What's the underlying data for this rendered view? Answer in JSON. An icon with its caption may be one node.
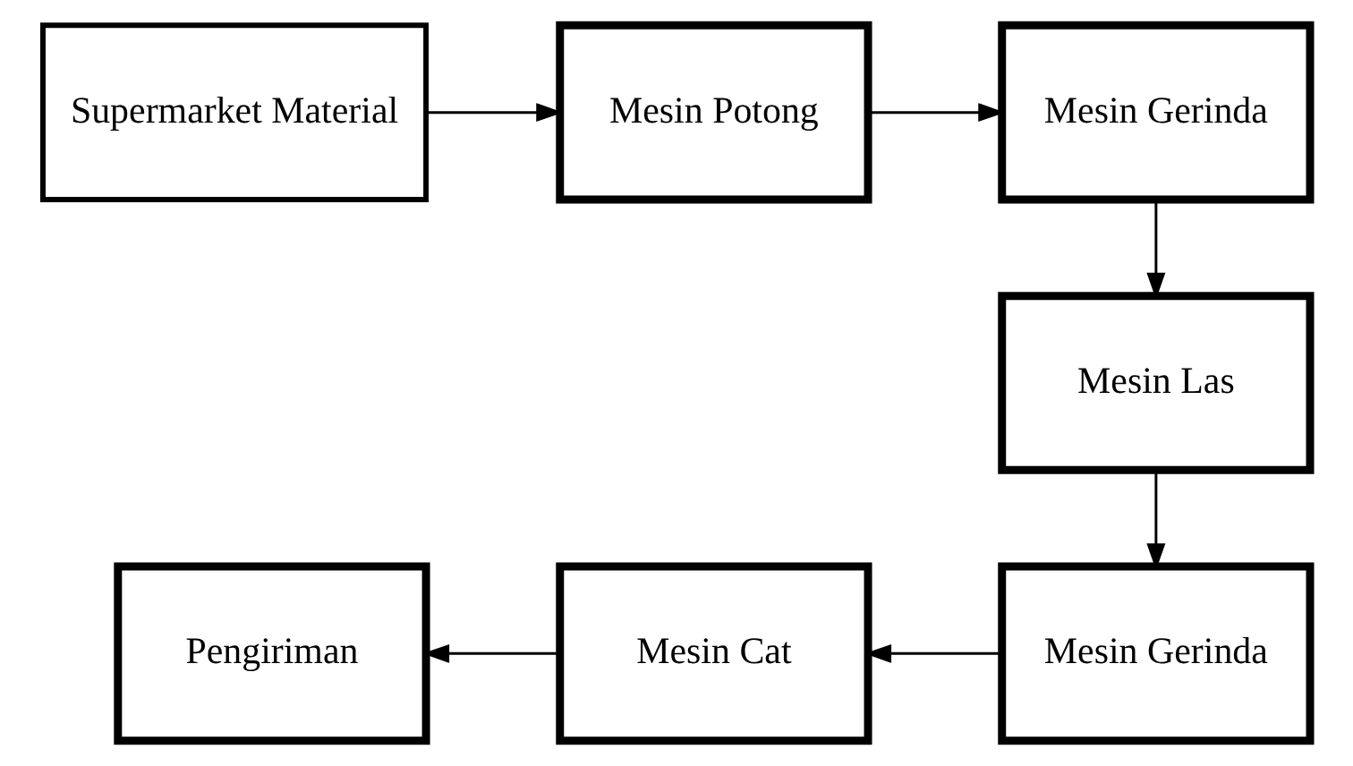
{
  "diagram": {
    "nodes": [
      {
        "text": [
          "Supermarket Material"
        ]
      },
      {
        "text": [
          "Mesin Potong"
        ]
      },
      {
        "text": [
          "Mesin Gerinda"
        ]
      },
      {
        "text": [
          "Mesin Las"
        ]
      },
      {
        "text": [
          "Mesin Gerinda"
        ]
      },
      {
        "text": [
          "Mesin Cat"
        ]
      },
      {
        "text": [
          "Pengiriman"
        ]
      }
    ],
    "edges": [
      {
        "from": 0,
        "to": 1,
        "arrow": "to"
      },
      {
        "from": 1,
        "to": 2,
        "arrow": "to"
      },
      {
        "from": 2,
        "to": 3,
        "arrow": "to"
      },
      {
        "from": 3,
        "to": 4,
        "arrow": "to"
      },
      {
        "from": 4,
        "to": 5,
        "arrow": "to"
      },
      {
        "from": 5,
        "to": 6,
        "arrow": "to"
      }
    ]
  }
}
